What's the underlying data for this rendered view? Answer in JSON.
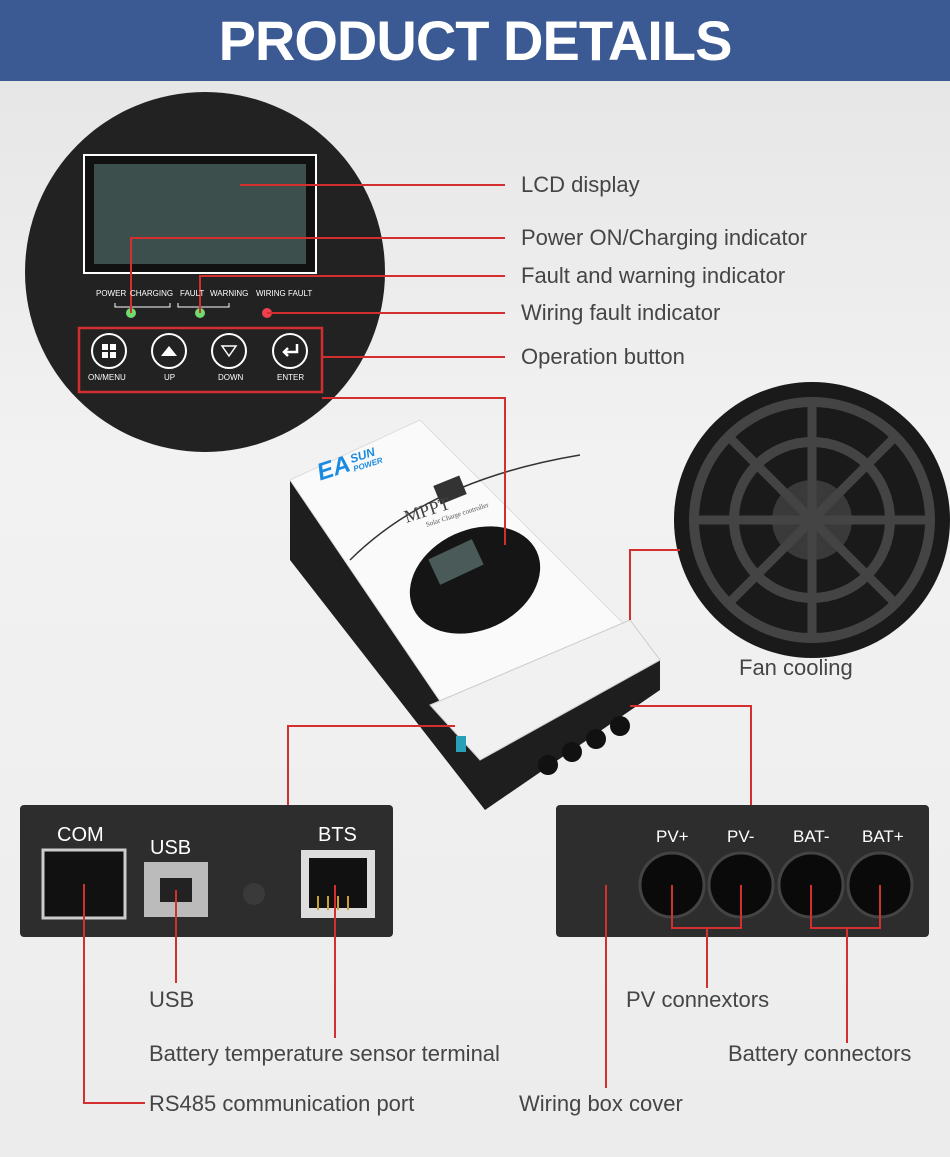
{
  "header": {
    "title": "PRODUCT DETAILS"
  },
  "colors": {
    "header_bg": "#3b5a94",
    "callout_line": "#d32f2f",
    "panel": "#2b2b2b",
    "brand": "#1a8be0"
  },
  "panel": {
    "indicator_labels": [
      "POWER",
      "CHARGING",
      "FAULT",
      "WARNING",
      "WIRING FAULT"
    ],
    "buttons": [
      {
        "label": "ON/MENU",
        "icon": "windows-icon"
      },
      {
        "label": "UP",
        "icon": "triangle-up-icon"
      },
      {
        "label": "DOWN",
        "icon": "triangle-down-icon"
      },
      {
        "label": "ENTER",
        "icon": "enter-icon"
      }
    ]
  },
  "device": {
    "brand_main": "EA",
    "brand_top": "SUN",
    "brand_bottom": "POWER",
    "model": "MPPT",
    "subtitle": "Solar Charge controller"
  },
  "callouts": {
    "lcd": "LCD display",
    "power": "Power ON/Charging indicator",
    "fault": "Fault and warning indicator",
    "wiring": "Wiring fault indicator",
    "operation": "Operation button",
    "fan": "Fan cooling",
    "usb": "USB",
    "bts": "Battery temperature sensor terminal",
    "rs485": "RS485 communication port",
    "wiring_box": "Wiring box cover",
    "pv": "PV connextors",
    "battery": "Battery connectors"
  },
  "ports": {
    "com": "COM",
    "usb": "USB",
    "bts": "BTS"
  },
  "connectors": [
    "PV+",
    "PV-",
    "BAT-",
    "BAT+"
  ]
}
